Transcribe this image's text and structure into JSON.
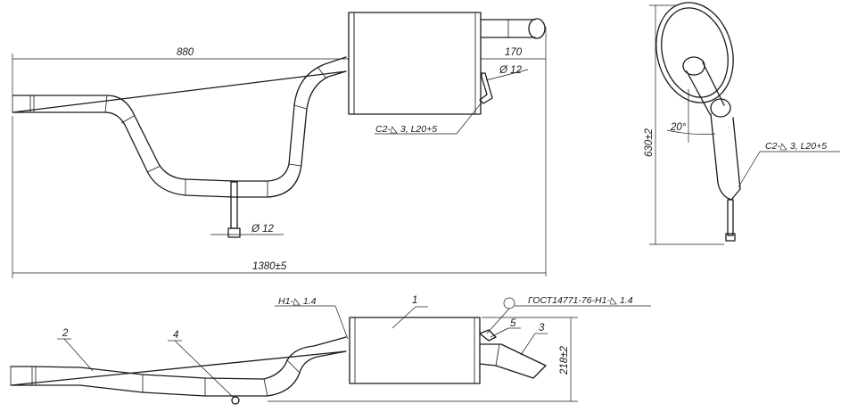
{
  "top_view": {
    "dim_length_880": "880",
    "dim_length_170": "170",
    "dim_diameter_hanger_right": "Ø 12",
    "dim_diameter_hanger_center": "Ø 12",
    "weld_note": "С2-◺ 3, L20+5",
    "dim_total_length": "1380±5"
  },
  "end_view": {
    "dim_height": "630±2",
    "dim_angle": "20°",
    "weld_note": "С2-◺ 3, L20+5"
  },
  "side_view": {
    "weld_note_left": "Н1-◺ 1.4",
    "standard_note": "ГОСТ14771-76-Н1-◺ 1.4",
    "dim_height": "218±2",
    "callouts": [
      "1",
      "2",
      "3",
      "4",
      "5"
    ]
  }
}
